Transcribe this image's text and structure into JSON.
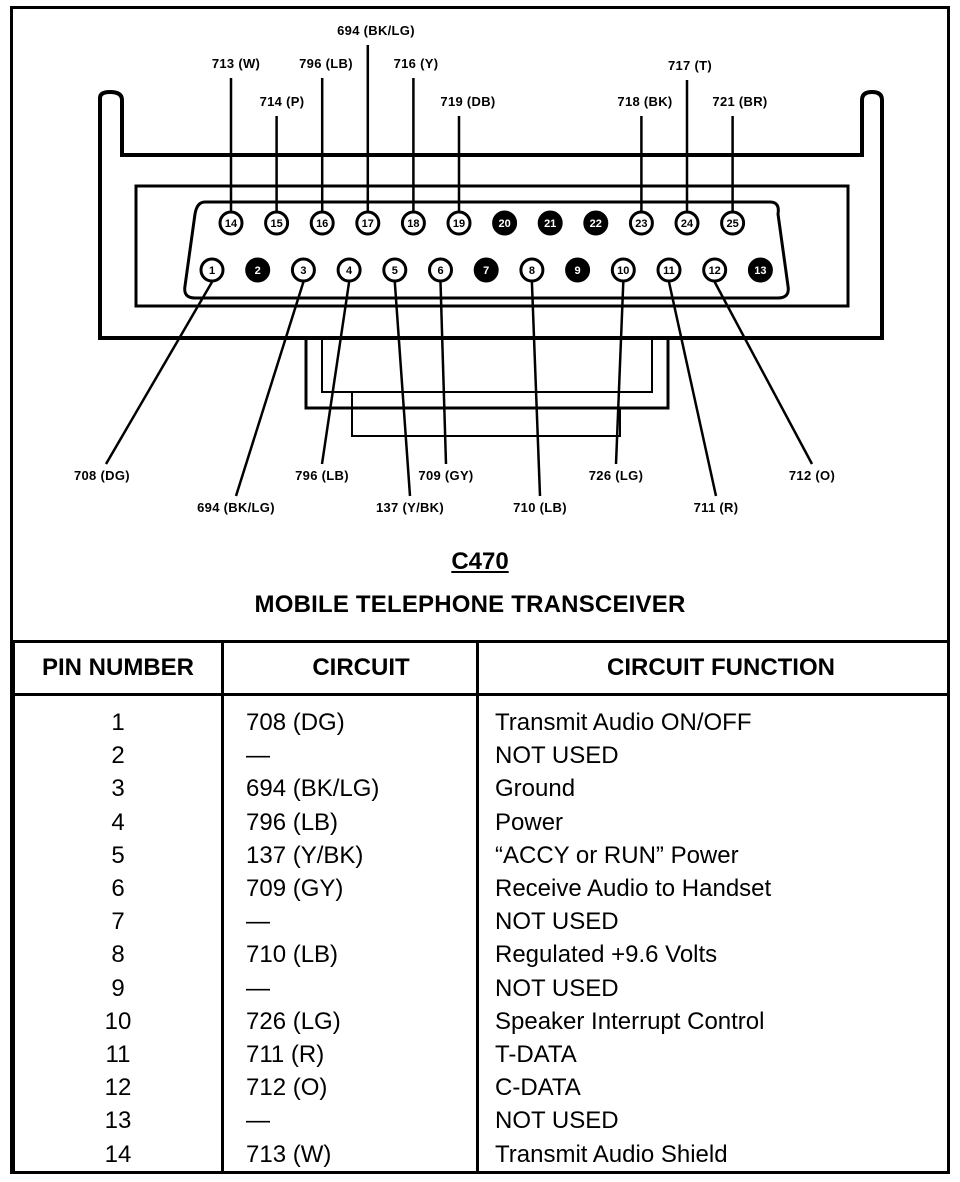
{
  "diagram": {
    "title": "C470",
    "subtitle": "MOBILE TELEPHONE TRANSCEIVER",
    "top_row_pins": [
      {
        "num": "14",
        "filled": false
      },
      {
        "num": "15",
        "filled": false
      },
      {
        "num": "16",
        "filled": false
      },
      {
        "num": "17",
        "filled": false
      },
      {
        "num": "18",
        "filled": false
      },
      {
        "num": "19",
        "filled": false
      },
      {
        "num": "20",
        "filled": true
      },
      {
        "num": "21",
        "filled": true
      },
      {
        "num": "22",
        "filled": true
      },
      {
        "num": "23",
        "filled": false
      },
      {
        "num": "24",
        "filled": false
      },
      {
        "num": "25",
        "filled": false
      }
    ],
    "bottom_row_pins": [
      {
        "num": "1",
        "filled": false
      },
      {
        "num": "2",
        "filled": true
      },
      {
        "num": "3",
        "filled": false
      },
      {
        "num": "4",
        "filled": false
      },
      {
        "num": "5",
        "filled": false
      },
      {
        "num": "6",
        "filled": false
      },
      {
        "num": "7",
        "filled": true
      },
      {
        "num": "8",
        "filled": false
      },
      {
        "num": "9",
        "filled": true
      },
      {
        "num": "10",
        "filled": false
      },
      {
        "num": "11",
        "filled": false
      },
      {
        "num": "12",
        "filled": false
      },
      {
        "num": "13",
        "filled": true
      }
    ],
    "top_labels": [
      {
        "pin": "14",
        "text": "713 (W)"
      },
      {
        "pin": "15",
        "text": "714 (P)"
      },
      {
        "pin": "16",
        "text": "796 (LB)"
      },
      {
        "pin": "17",
        "text": "694 (BK/LG)"
      },
      {
        "pin": "18",
        "text": "716 (Y)"
      },
      {
        "pin": "19",
        "text": "719 (DB)"
      },
      {
        "pin": "23",
        "text": "718 (BK)"
      },
      {
        "pin": "24",
        "text": "717 (T)"
      },
      {
        "pin": "25",
        "text": "721 (BR)"
      }
    ],
    "bottom_labels": [
      {
        "pin": "1",
        "text": "708 (DG)"
      },
      {
        "pin": "3",
        "text": "694 (BK/LG)"
      },
      {
        "pin": "4",
        "text": "796 (LB)"
      },
      {
        "pin": "5",
        "text": "137 (Y/BK)"
      },
      {
        "pin": "6",
        "text": "709 (GY)"
      },
      {
        "pin": "8",
        "text": "710 (LB)"
      },
      {
        "pin": "10",
        "text": "726 (LG)"
      },
      {
        "pin": "11",
        "text": "711 (R)"
      },
      {
        "pin": "12",
        "text": "712 (O)"
      }
    ]
  },
  "table": {
    "headers": [
      "PIN NUMBER",
      "CIRCUIT",
      "CIRCUIT FUNCTION"
    ],
    "rows": [
      [
        "1",
        "708 (DG)",
        "Transmit Audio ON/OFF"
      ],
      [
        "2",
        "—",
        "NOT USED"
      ],
      [
        "3",
        "694 (BK/LG)",
        "Ground"
      ],
      [
        "4",
        "796 (LB)",
        "Power"
      ],
      [
        "5",
        "137 (Y/BK)",
        "“ACCY or RUN” Power"
      ],
      [
        "6",
        "709 (GY)",
        "Receive Audio to Handset"
      ],
      [
        "7",
        "—",
        "NOT USED"
      ],
      [
        "8",
        "710 (LB)",
        "Regulated  +9.6 Volts"
      ],
      [
        "9",
        "—",
        "NOT USED"
      ],
      [
        "10",
        "726 (LG)",
        "Speaker Interrupt Control"
      ],
      [
        "11",
        "711 (R)",
        "T-DATA"
      ],
      [
        "12",
        "712 (O)",
        "C-DATA"
      ],
      [
        "13",
        "—",
        "NOT USED"
      ],
      [
        "14",
        "713 (W)",
        "Transmit Audio Shield"
      ]
    ]
  }
}
